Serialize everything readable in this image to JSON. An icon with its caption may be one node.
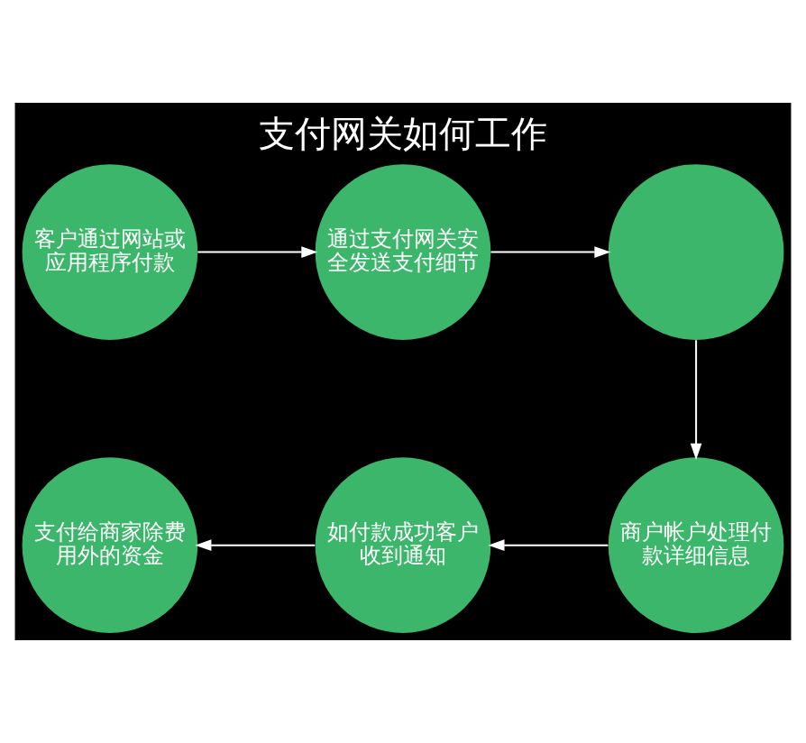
{
  "diagram": {
    "title": "支付网关如何工作",
    "nodes": [
      {
        "text": [
          "客户通过网站或应用程序付款"
        ]
      },
      {
        "text": [
          "通过支付网关安全发送支付细节"
        ]
      },
      {
        "text": [],
        "shape": "circle"
      },
      {
        "text": [
          "商户帐户处理付款详细信息"
        ]
      },
      {
        "text": [
          "如付款成功客户收到通知"
        ]
      },
      {
        "text": [
          "支付给商家除费用外的资金"
        ]
      }
    ],
    "edges": [
      {
        "from": 0,
        "to": 1,
        "arrow": "to"
      },
      {
        "from": 1,
        "to": 2,
        "arrow": "to"
      },
      {
        "from": 2,
        "to": 3,
        "arrow": "to"
      },
      {
        "from": 3,
        "to": 4,
        "arrow": "to"
      },
      {
        "from": 4,
        "to": 5,
        "arrow": "to"
      }
    ]
  }
}
